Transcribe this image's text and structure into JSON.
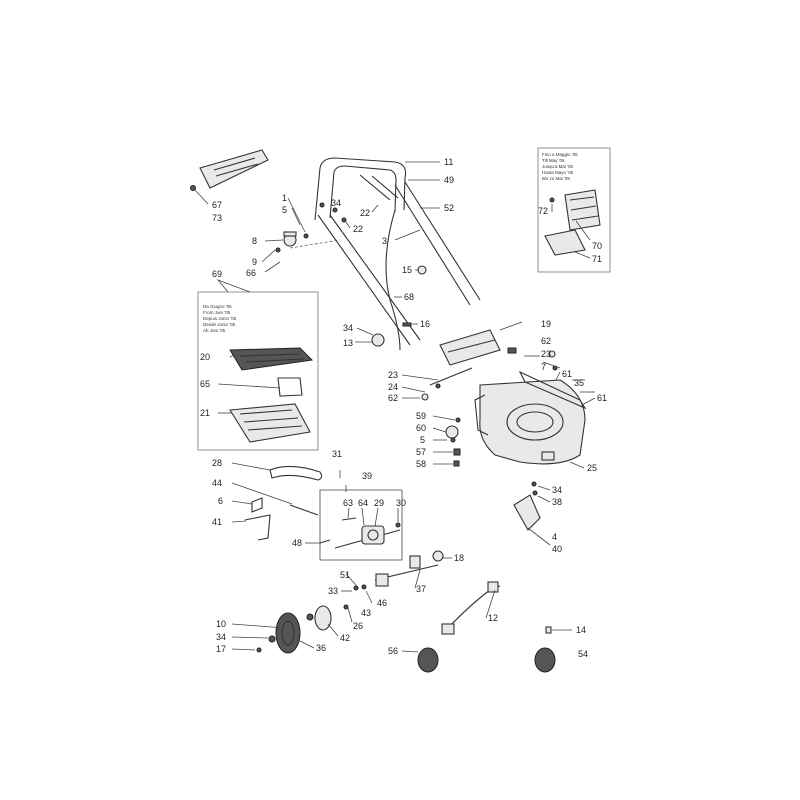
{
  "diagram": {
    "labels": {
      "p1": "1",
      "p3": "3",
      "p4": "4",
      "p5a": "5",
      "p5b": "5",
      "p6": "6",
      "p7": "7",
      "p8": "8",
      "p9": "9",
      "p10": "10",
      "p11": "11",
      "p12": "12",
      "p13": "13",
      "p14": "14",
      "p15": "15",
      "p16": "16",
      "p17": "17",
      "p18": "18",
      "p19": "19",
      "p20": "20",
      "p21": "21",
      "p22a": "22",
      "p22b": "22",
      "p23a": "23",
      "p23b": "23",
      "p24": "24",
      "p25": "25",
      "p26": "26",
      "p28": "28",
      "p29": "29",
      "p30": "30",
      "p31": "31",
      "p33": "33",
      "p34a": "34",
      "p34b": "34",
      "p34c": "34",
      "p34d": "34",
      "p35": "35",
      "p36": "36",
      "p37": "37",
      "p38": "38",
      "p39": "39",
      "p40": "40",
      "p41": "41",
      "p42": "42",
      "p43": "43",
      "p44": "44",
      "p46": "46",
      "p48": "48",
      "p49": "49",
      "p51": "51",
      "p52": "52",
      "p54": "54",
      "p56": "56",
      "p57": "57",
      "p58": "58",
      "p59": "59",
      "p60": "60",
      "p61a": "61",
      "p61b": "61",
      "p62a": "62",
      "p62b": "62",
      "p63": "63",
      "p64": "64",
      "p65": "65",
      "p66": "66",
      "p67": "67",
      "p68": "68",
      "p69": "69",
      "p70": "70",
      "p71": "71",
      "p72": "72",
      "p73": "73"
    },
    "inset_left_notes": [
      "Da Giugno '05",
      "From Juin '05",
      "Depuis Junio '05",
      "Desde Junio '05",
      "Ab Juni '05"
    ],
    "inset_right_notes": [
      "Fino a Maggio '05",
      "Till May '05",
      "Jusqu'a Mai '05",
      "Hasta Mayo '05",
      "Bis zu Mai '05"
    ]
  }
}
